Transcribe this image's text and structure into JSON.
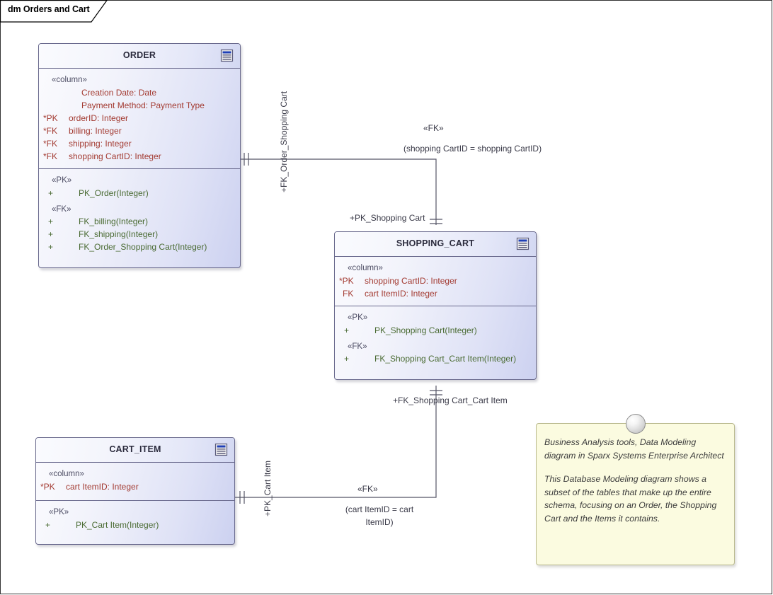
{
  "diagram": {
    "tab_label": "dm Orders and Cart",
    "type": "Data Modeling diagram",
    "colors": {
      "table_border": "#68688c",
      "column_text": "#a33b32",
      "operation_text": "#4a6b33",
      "stereotype_text": "#4c4c63",
      "note_fill": "#fbfbe0",
      "note_border": "#b9b98d",
      "connector_line": "#555566"
    }
  },
  "tables": [
    {
      "name": "ORDER",
      "icon": "table-icon",
      "compartments": [
        {
          "stereotype": "«column»",
          "rows": [
            {
              "key": "",
              "text": "Creation Date: Date",
              "indent": true
            },
            {
              "key": "",
              "text": "Payment Method: Payment Type",
              "indent": true
            },
            {
              "key": "*PK",
              "text": "orderID: Integer",
              "indent": false
            },
            {
              "key": "*FK",
              "text": "billing: Integer",
              "indent": false
            },
            {
              "key": "*FK",
              "text": "shipping: Integer",
              "indent": false
            },
            {
              "key": "*FK",
              "text": "shopping CartID: Integer",
              "indent": false
            }
          ]
        },
        {
          "stereotype": "«PK»",
          "rows": [
            {
              "key": "+",
              "text": "PK_Order(Integer)"
            }
          ]
        },
        {
          "stereotype": "«FK»",
          "rows": [
            {
              "key": "+",
              "text": "FK_billing(Integer)"
            },
            {
              "key": "+",
              "text": "FK_shipping(Integer)"
            },
            {
              "key": "+",
              "text": "FK_Order_Shopping Cart(Integer)"
            }
          ]
        }
      ]
    },
    {
      "name": "SHOPPING_CART",
      "icon": "table-icon",
      "compartments": [
        {
          "stereotype": "«column»",
          "rows": [
            {
              "key": "*PK",
              "text": "shopping CartID: Integer",
              "indent": false
            },
            {
              "key": "FK",
              "text": "cart ItemID: Integer",
              "indent": false
            }
          ]
        },
        {
          "stereotype": "«PK»",
          "rows": [
            {
              "key": "+",
              "text": "PK_Shopping Cart(Integer)"
            }
          ]
        },
        {
          "stereotype": "«FK»",
          "rows": [
            {
              "key": "+",
              "text": "FK_Shopping Cart_Cart Item(Integer)"
            }
          ]
        }
      ]
    },
    {
      "name": "CART_ITEM",
      "icon": "table-icon",
      "compartments": [
        {
          "stereotype": "«column»",
          "rows": [
            {
              "key": "*PK",
              "text": "cart ItemID: Integer",
              "indent": false
            }
          ]
        },
        {
          "stereotype": "«PK»",
          "rows": [
            {
              "key": "+",
              "text": "PK_Cart Item(Integer)"
            }
          ]
        }
      ]
    }
  ],
  "connectors": [
    {
      "id": "order-to-shoppingcart",
      "source_role": "+FK_Order_Shopping Cart",
      "target_role": "+PK_Shopping Cart",
      "stereotype": "«FK»",
      "constraint": "(shopping CartID = shopping CartID)",
      "source_multiplicity": "one-and-only-one",
      "target_multiplicity": "one-and-only-one"
    },
    {
      "id": "shoppingcart-to-cartitem",
      "source_role": "+FK_Shopping Cart_Cart Item",
      "target_role": "+PK_Cart Item",
      "stereotype": "«FK»",
      "constraint_line1": "(cart ItemID = cart",
      "constraint_line2": "ItemID)",
      "source_multiplicity": "one-and-only-one",
      "target_multiplicity": "one-and-only-one"
    }
  ],
  "note": {
    "paragraph1": "Business Analysis tools, Data Modeling diagram in Sparx Systems Enterprise Architect",
    "paragraph2": "This Database Modeling diagram shows a subset of the tables that make up the entire schema, focusing on an Order, the Shopping Cart and the Items it contains."
  }
}
